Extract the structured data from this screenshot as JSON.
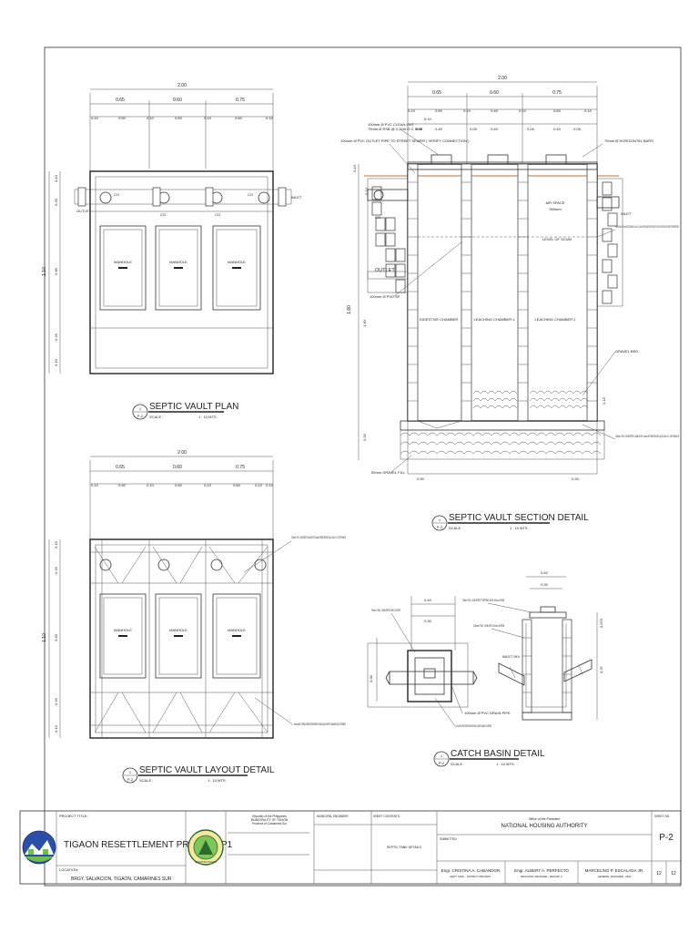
{
  "plan": {
    "title": "SEPTIC VAULT PLAN",
    "scale_label": "SCALE :",
    "scale_value": "1 : 10 MTS.",
    "number": "1",
    "sheet": "P-2",
    "dims_overall": "2.00",
    "dims_row1": [
      "0.65",
      "0.60",
      "0.75"
    ],
    "dims_row2": [
      "0.10",
      "0.50",
      "0.10",
      "0.50",
      "0.10",
      "0.60",
      "0.10"
    ],
    "dims_left": [
      "0.10",
      "0.20",
      "1.10",
      "0.60",
      "0.20",
      "0.10"
    ],
    "manhole": "MANHOLE",
    "co": "CO",
    "outlet": "OUTLET",
    "inlet": "INLET"
  },
  "section": {
    "title": "SEPTIC VAULT SECTION DETAIL",
    "scale_label": "SCALE :",
    "scale_value": "1 : 10 MTS.",
    "number": "1",
    "sheet": "P-2",
    "dims_overall": "2.00",
    "dims_row1": [
      "0.65",
      "0.60",
      "0.75"
    ],
    "dims_row2": [
      "0.10",
      "0.50",
      "0.10",
      "0.40",
      "0.10",
      "0.60",
      "0.10"
    ],
    "dims_row3": [
      "0.05",
      "0.40",
      "0.05",
      "0.40",
      "0.05",
      "0.40",
      "0.05"
    ],
    "dim_top": "0.10",
    "dims_left": [
      "0.10",
      "0.10",
      "1.80",
      "1.60",
      "0.20"
    ],
    "dims_right": [
      "0.15"
    ],
    "dims_bottom": [
      "0.30",
      "0.30"
    ],
    "chambers": [
      "DIGESTIVE CHAMBER",
      "LEACHING CHAMBER 1",
      "LEACHING CHAMBER 2"
    ],
    "air_space": "AIR SPACE",
    "air_space_dim": "350mm",
    "level_scum": "LEVEL OF SCUM",
    "co": "CO",
    "outlet": "OUTLET",
    "inlet": "INLET",
    "note_cleanout": "100mm Ø PVC CLEAN-OUT",
    "note_cleanout2": "75mm Ø RSB @ 0.20m O.C. B.W.",
    "note_outlet": "100mm Ø PVC OUTLET PIPE TO STREET SEWER ( VERIFY CONNECTION )",
    "note_horizontal": "75mm Ø HORIZONTAL BARS",
    "note_chb": "150mm CHB WALL WITH 10mm Ø VERT. BAR SPACED AT 0.40m O.C. & 10mm Ø HORIZ. BAR @ EVERY 3RD LAYER OF CHB FILLED & PLASTERED WITH CEMENT FOR WATERPROOFING",
    "note_pvc": "100mm Ø PVC SP",
    "note_gravel_bed": "GRAVEL BED",
    "note_slab": "100mm THK. CONCRETE SLAB WITH 10mm Ø RSB SPACED @ 0.20m O.C. BOTHWAYS",
    "note_gravel_fill": "50mm GRAVEL FILL"
  },
  "layout": {
    "title": "SEPTIC VAULT LAYOUT DETAIL",
    "scale_label": "SCALE :",
    "scale_value": "1 : 10 MTS.",
    "number": "1",
    "sheet": "P-2",
    "dims_overall": "2.00",
    "dims_row1": [
      "0.65",
      "0.60",
      "0.75"
    ],
    "dims_row2": [
      "0.10",
      "0.50",
      "0.10",
      "0.50",
      "0.10",
      "0.60",
      "0.10",
      "0.10"
    ],
    "dims_left": [
      "0.10",
      "0.20",
      "1.10",
      "0.60",
      "0.20",
      "0.10"
    ],
    "manhole": "MANHOLE",
    "note_slab": "100mm THK. CONCRETE SLAB WITH 10mm Ø RSB SPACED @ 0.20m O.C. BOTHWAYS",
    "note_bottom": "1 - 10mm Ø EXTRA REINFORCEMENT BAR @ EVERY MANHOLE CORNER"
  },
  "catch": {
    "title": "CATCH BASIN DETAIL",
    "scale_label": "SCALE :",
    "scale_value": "1 : 10 MTS.",
    "number": "1",
    "sheet": "P-2",
    "dims_plan_top": "0.40",
    "dims_plan_inner": "0.30",
    "dims_plan_left": "0.40",
    "dims_sec_top": "0.40",
    "dims_sec_inner": "0.30",
    "dims_sec_right": [
      "0.075",
      "0.37"
    ],
    "note_cover": "75mm THK. CONCRETE BH COVER",
    "note_topping": "75mm THK. CONCRETE TOPPING WITH 10mm Ø RSB",
    "note_chb": "100mm THK. CHB WITH 10mm Ø RSB",
    "note_drain": "100mm Ø PVC DRAIN PIPE",
    "note_level": "INLET INV.",
    "note_bottom": "1 - 10mm Ø EXTRA REINFORCEMENT BAR @ EVERY MANHOLE CORNER"
  },
  "titleblock": {
    "project_label": "PROJECT TITLE:",
    "project": "TIGAON RESETTLEMENT PROJECT P1",
    "location_label": "LOCATION:",
    "location": "BRGY. SALVACION, TIGAON, CAMARINES SUR",
    "republic": "Republic of the Philippines",
    "municipality": "MUNICIPALITY OF TIGAON",
    "province": "Province of Camarines Sur",
    "municipal_engineer": "MUNICIPAL ENGINEER",
    "sheet_contents_label": "SHEET CONTENTS:",
    "sheet_contents": "SEPTIC TANK DETAILS",
    "office": "Office of the President",
    "agency": "NATIONAL HOUSING AUTHORITY",
    "submitted": "SUBMITTED:",
    "person1": "Engr. CRISTINA A. CABANDON",
    "person1_role": "DEPT. MGR. - DISTRICT PROJECT",
    "person2": "Engr. ALBERT A. PERFECTO",
    "person2_role": "REGIONAL MANAGER - REGION V",
    "person3": "MARCELINO P. ESCALADA JR.",
    "person3_role": "GENERAL MANAGER - NHA",
    "sheet_no_label": "SHEET NO.",
    "sheet_no": "P-2",
    "page": "12",
    "total": "12",
    "seal_text": "BAYAN NG TIGAON"
  }
}
